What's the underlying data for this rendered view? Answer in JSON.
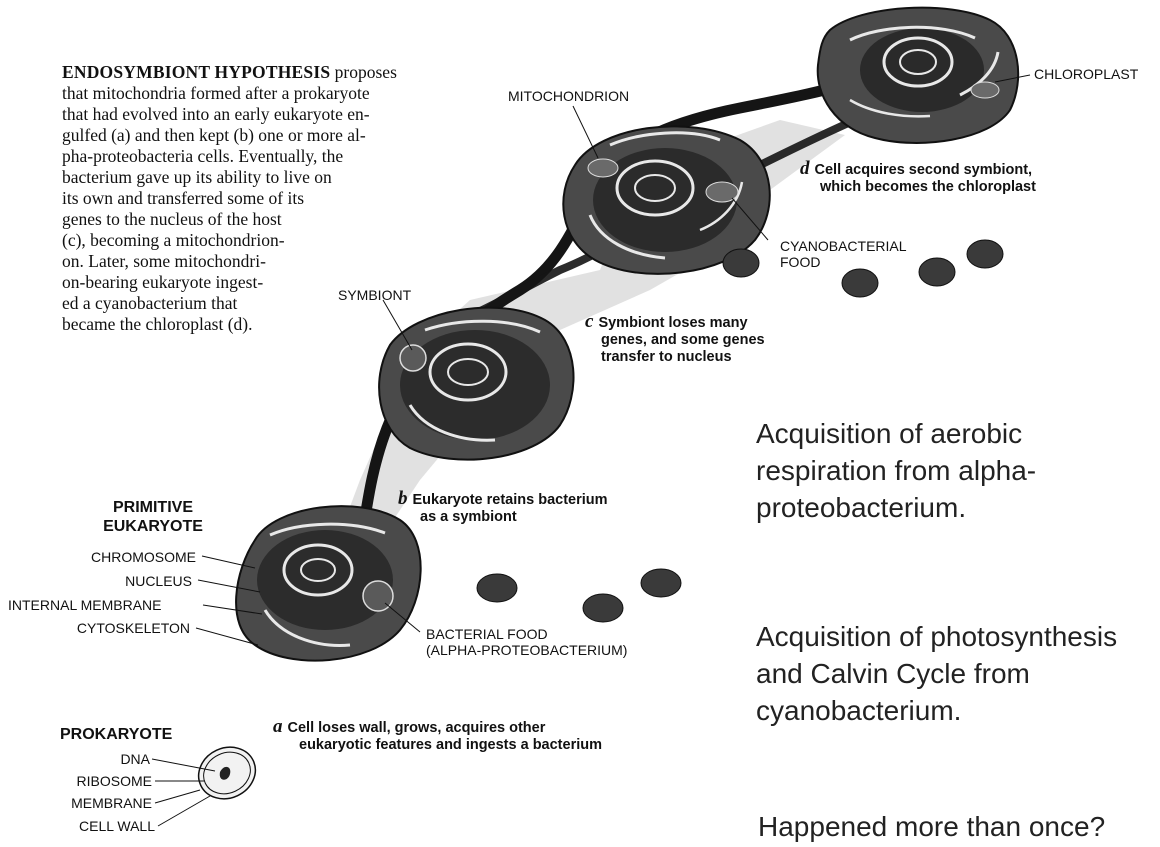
{
  "intro": {
    "lead": "ENDOSYMBIONT HYPOTHESIS",
    "lines": [
      " proposes",
      "that mitochondria formed after a prokaryote",
      "that had evolved into an early eukaryote en-",
      "gulfed (a) and then kept (b) one or more al-",
      "pha-proteobacteria cells. Eventually, the",
      "bacterium gave up its ability to live on",
      "its own and transferred some of its",
      "genes to the nucleus of the host",
      "(c), becoming a mitochondrion-",
      "on. Later, some mitochondri-",
      "on-bearing eukaryote ingest-",
      "ed a cyanobacterium that",
      "became the chloroplast (d)."
    ]
  },
  "labels": {
    "mitochondrion": "MITOCHONDRION",
    "chloroplast": "CHLOROPLAST",
    "symbiont": "SYMBIONT",
    "cyanobacterial_food": [
      "CYANOBACTERIAL",
      "FOOD"
    ],
    "bacterial_food": [
      "BACTERIAL FOOD",
      "(ALPHA-PROTEOBACTERIUM)"
    ],
    "primitive_eukaryote": [
      "PRIMITIVE",
      "EUKARYOTE"
    ],
    "eukaryote_parts": [
      "CHROMOSOME",
      "NUCLEUS",
      "INTERNAL MEMBRANE",
      "CYTOSKELETON"
    ],
    "prokaryote": "PROKARYOTE",
    "prokaryote_parts": [
      "DNA",
      "RIBOSOME",
      "MEMBRANE",
      "CELL WALL"
    ]
  },
  "steps": {
    "a": {
      "letter": "a",
      "lines": [
        "Cell loses wall, grows, acquires other",
        "eukaryotic features and ingests a bacterium"
      ]
    },
    "b": {
      "letter": "b",
      "lines": [
        "Eukaryote retains bacterium",
        "as a symbiont"
      ]
    },
    "c": {
      "letter": "c",
      "lines": [
        "Symbiont loses many",
        "genes, and some genes",
        "transfer to nucleus"
      ]
    },
    "d": {
      "letter": "d",
      "lines": [
        "Cell acquires second symbiont,",
        "which becomes the chloroplast"
      ]
    }
  },
  "notes": {
    "aerobic": [
      "Acquisition of aerobic",
      "respiration from alpha-",
      "proteobacterium."
    ],
    "photosynthesis": [
      "Acquisition of photosynthesis",
      "and Calvin Cycle from",
      "cyanobacterium."
    ],
    "question": "Happened more than once?"
  },
  "colors": {
    "cell_fill": "#4a4a4a",
    "cell_dark": "#1e1e1e",
    "membrane": "#e8e8e8",
    "pathway_shadow": "#d6d6d6",
    "text": "#111111"
  }
}
